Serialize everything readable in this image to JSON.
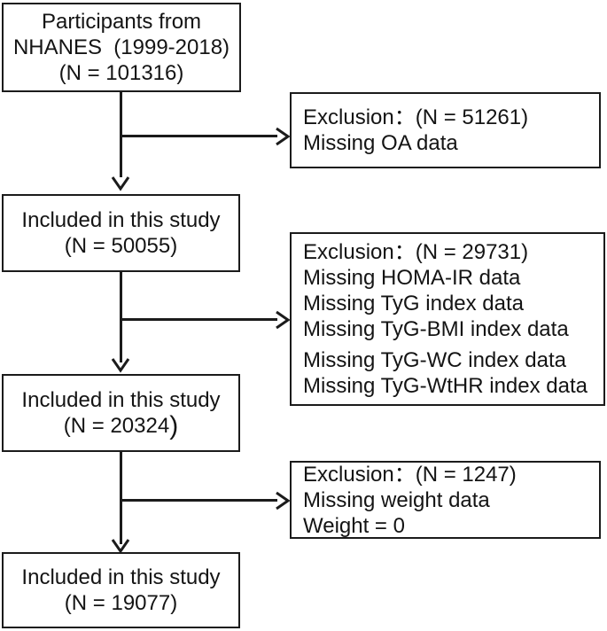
{
  "diagram": {
    "title": "NHANES participant selection flowchart",
    "line_color": "#1b1b1b",
    "box_border_color": "#1b1b1b",
    "background": "#ffffff"
  },
  "nodes": {
    "source": {
      "lines": [
        "Participants from",
        "NHANES （1999-2018）",
        "(N = 101316)"
      ],
      "line1": "Participants from",
      "line2": "NHANES  (1999-2018)",
      "line3": "(N = 101316)"
    },
    "included1": {
      "line1": "Included in this study",
      "line2": "(N = 50055)"
    },
    "included2": {
      "line1": "Included in this study",
      "line2_prefix": "(N = 20324",
      "line2_paren": ")"
    },
    "included3": {
      "line1": "Included in this study",
      "line2": "(N = 19077)"
    }
  },
  "exclusions": {
    "first": {
      "header": "Exclusion：(N = 51261)",
      "reasons": [
        "Missing OA data"
      ]
    },
    "second": {
      "header": "Exclusion：(N = 29731)",
      "reasons": [
        "Missing HOMA-IR data",
        "Missing TyG index data",
        "Missing TyG-BMI index data",
        "Missing TyG-WC index data",
        "Missing TyG-WtHR index data"
      ]
    },
    "third": {
      "header": "Exclusion：(N = 1247)",
      "reasons": [
        "Missing weight data",
        "Weight = 0"
      ]
    }
  }
}
